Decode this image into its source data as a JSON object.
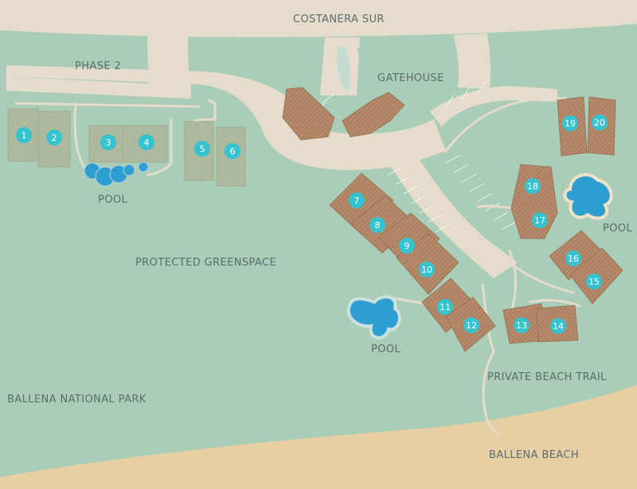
{
  "labels": {
    "street": "COSTANERA SUR",
    "phase": "PHASE 2",
    "gatehouse": "GATEHOUSE",
    "pool_west": "POOL",
    "pool_center": "POOL",
    "pool_east": "POOL",
    "greenspace": "PROTECTED GREENSPACE",
    "park": "BALLENA NATIONAL PARK",
    "trail": "PRIVATE BEACH TRAIL",
    "beach": "BALLENA BEACH"
  },
  "units": [
    "1",
    "2",
    "3",
    "4",
    "5",
    "6",
    "7",
    "8",
    "9",
    "10",
    "11",
    "12",
    "13",
    "14",
    "15",
    "16",
    "17",
    "18",
    "19",
    "20"
  ],
  "colors": {
    "background": "#a9cdb7",
    "road": "#e5dccb",
    "beach": "#e6cfa3",
    "phase2_building": "#aebb9f",
    "villa_roof": "#b58a6a",
    "pool_water": "#2f9fd1",
    "unit_marker": "#34c3cf",
    "label_text": "#5c6c6f"
  }
}
